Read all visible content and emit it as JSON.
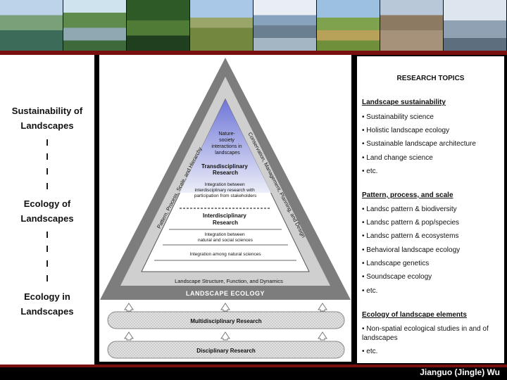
{
  "left_panel": {
    "block1": [
      "Sustainability of",
      "Landscapes"
    ],
    "block2": [
      "Ecology of",
      "Landscapes"
    ],
    "block3": [
      "Ecology in",
      "Landscapes"
    ],
    "separator": "I"
  },
  "pyramid": {
    "apex_text": [
      "Nature-",
      "society",
      "interactions in",
      "landscapes"
    ],
    "transdisciplinary": [
      "Transdisciplinary",
      "Research"
    ],
    "integration_stakeholders": [
      "Integration between",
      "interdisciplinary research with",
      "participation from stakeholders"
    ],
    "interdisciplinary": [
      "Interdisciplinary",
      "Research"
    ],
    "integration_natural_social": [
      "Integration between",
      "natural and social sciences"
    ],
    "integration_natural": "Integration among natural sciences",
    "base_text": "Landscape Structure, Function, and Dynamics",
    "left_side": "Pattern, Process, Scale, and Hierarchy",
    "right_side": "Conservation, Management, Planning, and Design",
    "landscape_ecology": "LANDSCAPE  ECOLOGY",
    "multidisciplinary": "Multidisciplinary Research",
    "disciplinary": "Disciplinary Research"
  },
  "research_topics": {
    "title": "RESEARCH TOPICS",
    "sections": [
      {
        "heading": "Landscape sustainability",
        "items": [
          "• Sustainability science",
          "• Holistic landscape ecology",
          "• Sustainable landscape architecture",
          "• Land change science",
          "• etc."
        ]
      },
      {
        "heading": "Pattern, process, and scale",
        "items": [
          "• Landsc pattern & biodiversity",
          "• Landsc pattern & pop/species",
          "• Landsc pattern & ecosystems",
          "• Behavioral landscape ecology",
          "• Landscape genetics",
          "• Soundscape ecology",
          "• etc."
        ]
      },
      {
        "heading": "Ecology of landscape elements",
        "items": [
          "• Non-spatial ecological studies in and of landscapes",
          "• etc."
        ]
      }
    ]
  },
  "footer": "Jianguo (Jingle) Wu"
}
